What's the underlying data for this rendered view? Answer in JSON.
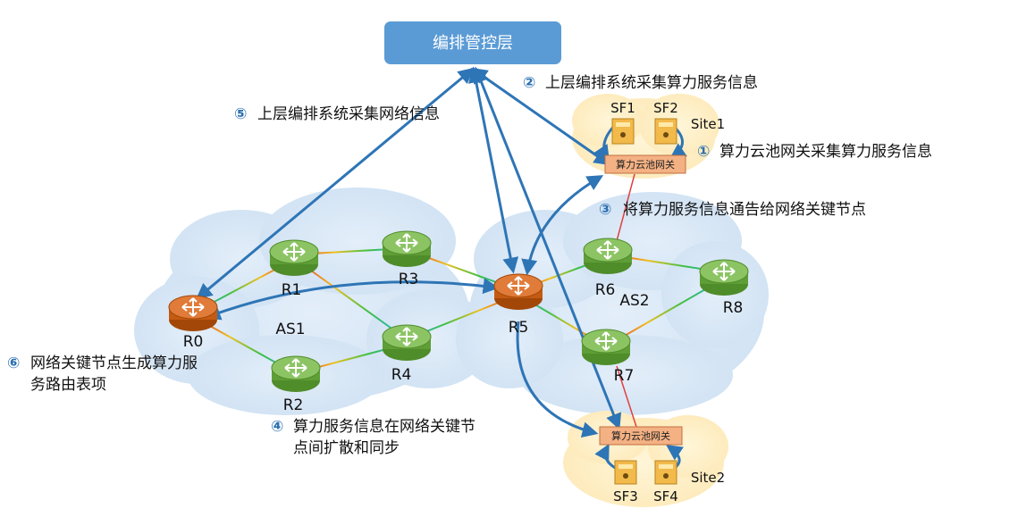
{
  "control_layer": {
    "label": "编排管控层"
  },
  "domains": [
    {
      "label": "AS1"
    },
    {
      "label": "AS2"
    }
  ],
  "routers": [
    {
      "id": "R0",
      "label": "R0",
      "role": "key-node"
    },
    {
      "id": "R1",
      "label": "R1",
      "role": "router"
    },
    {
      "id": "R2",
      "label": "R2",
      "role": "router"
    },
    {
      "id": "R3",
      "label": "R3",
      "role": "router"
    },
    {
      "id": "R4",
      "label": "R4",
      "role": "router"
    },
    {
      "id": "R5",
      "label": "R5",
      "role": "key-node"
    },
    {
      "id": "R6",
      "label": "R6",
      "role": "router"
    },
    {
      "id": "R7",
      "label": "R7",
      "role": "router"
    },
    {
      "id": "R8",
      "label": "R8",
      "role": "router"
    }
  ],
  "sites": [
    {
      "label": "Site1",
      "gateway": "算力云池网关",
      "functions": [
        "SF1",
        "SF2"
      ]
    },
    {
      "label": "Site2",
      "gateway": "算力云池网关",
      "functions": [
        "SF3",
        "SF4"
      ]
    }
  ],
  "steps": [
    {
      "num": "①",
      "text": "算力云池网关采集算力服务信息"
    },
    {
      "num": "②",
      "text": "上层编排系统采集算力服务信息"
    },
    {
      "num": "③",
      "text": "将算力服务信息通告给网络关键节点"
    },
    {
      "num": "④",
      "line1": "算力服务信息在网络关键节",
      "line2": "点间扩散和同步"
    },
    {
      "num": "⑤",
      "text": "上层编排系统采集网络信息"
    },
    {
      "num": "⑥",
      "line1": "网络关键节点生成算力服",
      "line2": "务路由表项"
    }
  ],
  "colors": {
    "control_box": "#5b9bd5",
    "cloud": "#d9e8f6",
    "site_cloud": "#fff0c8",
    "router_green": "#70ad47",
    "router_key": "#c55a11",
    "arrow": "#2e75b6",
    "gateway_fill": "#f4b183"
  }
}
